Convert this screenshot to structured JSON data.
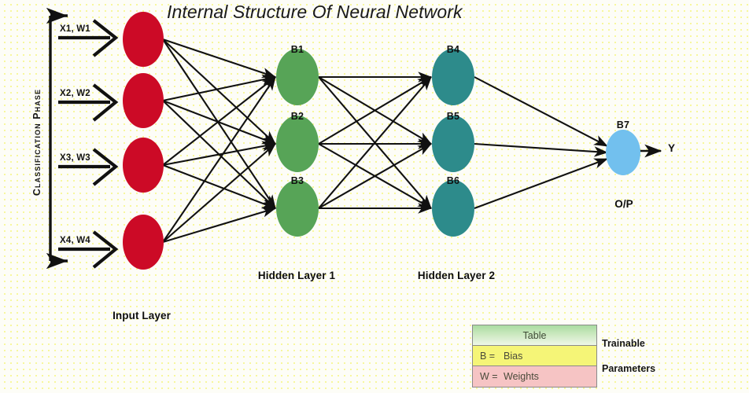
{
  "title": "Internal Structure Of Neural Network",
  "phase_label": "Classification Phase",
  "inputs": [
    {
      "label": "X1, W1"
    },
    {
      "label": "X2, W2"
    },
    {
      "label": "X3, W3"
    },
    {
      "label": "X4, W4"
    }
  ],
  "layers": {
    "input": {
      "caption": "Input Layer",
      "color": "#cc0a26",
      "nodes": [
        {
          "id": "in1"
        },
        {
          "id": "in2"
        },
        {
          "id": "in3"
        },
        {
          "id": "in4"
        }
      ]
    },
    "hidden1": {
      "caption": "Hidden Layer 1",
      "color": "#57a457",
      "nodes": [
        {
          "id": "B1",
          "label": "B1"
        },
        {
          "id": "B2",
          "label": "B2"
        },
        {
          "id": "B3",
          "label": "B3"
        }
      ]
    },
    "hidden2": {
      "caption": "Hidden Layer 2",
      "color": "#2d8b8b",
      "nodes": [
        {
          "id": "B4",
          "label": "B4"
        },
        {
          "id": "B5",
          "label": "B5"
        },
        {
          "id": "B6",
          "label": "B6"
        }
      ]
    },
    "output": {
      "caption": "O/P",
      "color": "#72c0ee",
      "nodes": [
        {
          "id": "B7",
          "label": "B7"
        }
      ],
      "output_symbol": "Y"
    }
  },
  "legend": {
    "header": "Table",
    "rows": [
      {
        "key": "B =",
        "value": "Bias"
      },
      {
        "key": "W =",
        "value": "Weights"
      }
    ],
    "side_line_1": "Trainable",
    "side_line_2": "Parameters",
    "colors": {
      "header": "#a9dca1",
      "bias": "#f5f577",
      "weights": "#f6c4c4"
    }
  }
}
